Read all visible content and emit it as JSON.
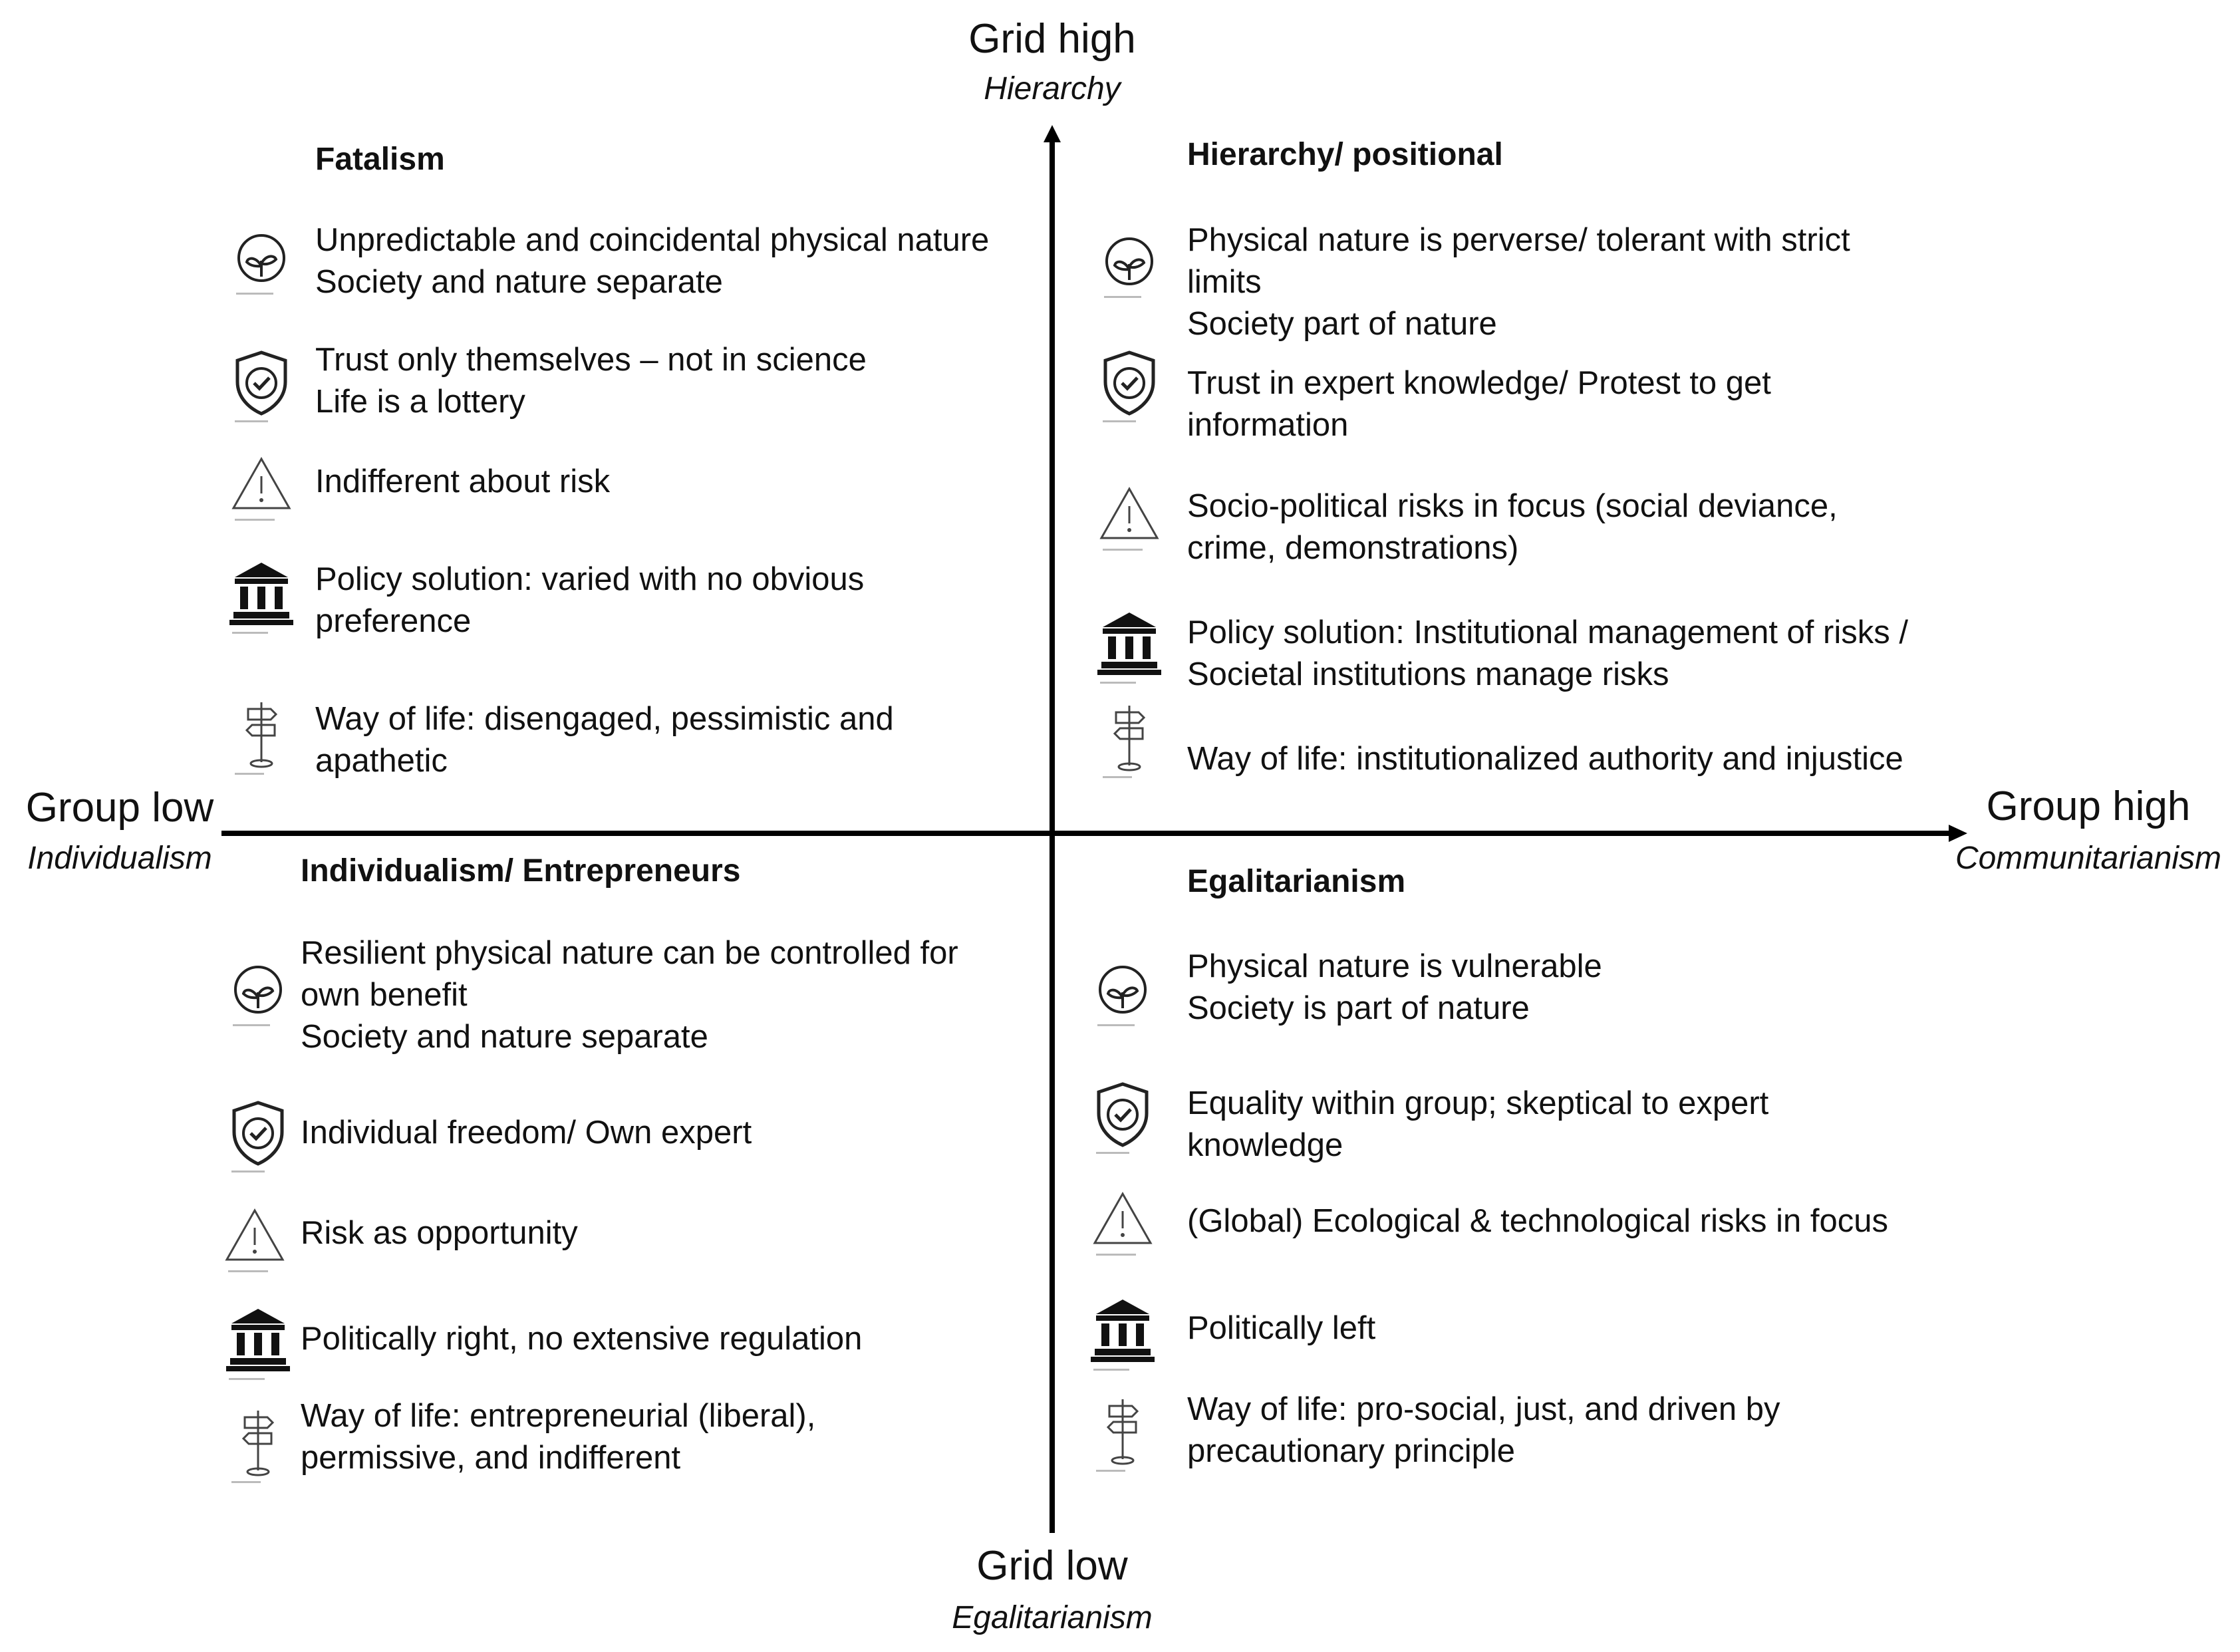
{
  "axes": {
    "top": {
      "title": "Grid high",
      "subtitle": "Hierarchy"
    },
    "bottom": {
      "title": "Grid low",
      "subtitle": "Egalitarianism"
    },
    "left": {
      "title": "Group low",
      "subtitle": "Individualism"
    },
    "right": {
      "title": "Group high",
      "subtitle": "Communitarianism"
    }
  },
  "quadrants": {
    "fatalism": {
      "title": "Fatalism",
      "items": [
        {
          "icon": "plant-icon",
          "lines": [
            "Unpredictable and coincidental physical nature",
            "Society and nature separate"
          ]
        },
        {
          "icon": "shield-check-icon",
          "lines": [
            "Trust only themselves – not in science",
            "Life is a lottery"
          ]
        },
        {
          "icon": "warning-icon",
          "lines": [
            "Indifferent about risk"
          ]
        },
        {
          "icon": "institution-icon",
          "lines": [
            "Policy solution: varied with no obvious",
            "preference"
          ]
        },
        {
          "icon": "signpost-icon",
          "lines": [
            "Way of life: disengaged, pessimistic and",
            "apathetic"
          ]
        }
      ]
    },
    "hierarchy": {
      "title": "Hierarchy/ positional",
      "items": [
        {
          "icon": "plant-icon",
          "lines": [
            "Physical nature is perverse/ tolerant with strict",
            "limits",
            "Society part of nature"
          ]
        },
        {
          "icon": "shield-check-icon",
          "lines": [
            "Trust in expert knowledge/ Protest to get",
            "information"
          ]
        },
        {
          "icon": "warning-icon",
          "lines": [
            "Socio-political risks in focus (social deviance,",
            "crime, demonstrations)"
          ]
        },
        {
          "icon": "institution-icon",
          "lines": [
            "Policy solution: Institutional management of risks /",
            "Societal institutions manage risks"
          ]
        },
        {
          "icon": "signpost-icon",
          "lines": [
            "Way of life: institutionalized authority and injustice"
          ]
        }
      ]
    },
    "individualism": {
      "title": "Individualism/ Entrepreneurs",
      "items": [
        {
          "icon": "plant-icon",
          "lines": [
            "Resilient physical nature can be controlled for",
            "own benefit",
            "Society and nature separate"
          ]
        },
        {
          "icon": "shield-check-icon",
          "lines": [
            "Individual freedom/ Own expert"
          ]
        },
        {
          "icon": "warning-icon",
          "lines": [
            "Risk as opportunity"
          ]
        },
        {
          "icon": "institution-icon",
          "lines": [
            "Politically right, no extensive regulation"
          ]
        },
        {
          "icon": "signpost-icon",
          "lines": [
            "Way of life: entrepreneurial (liberal),",
            "permissive, and indifferent"
          ]
        }
      ]
    },
    "egalitarianism": {
      "title": "Egalitarianism",
      "items": [
        {
          "icon": "plant-icon",
          "lines": [
            "Physical nature is vulnerable",
            "Society is part of nature"
          ]
        },
        {
          "icon": "shield-check-icon",
          "lines": [
            "Equality within group; skeptical to expert",
            "knowledge"
          ]
        },
        {
          "icon": "warning-icon",
          "lines": [
            "(Global) Ecological & technological risks in focus"
          ]
        },
        {
          "icon": "institution-icon",
          "lines": [
            "Politically left"
          ]
        },
        {
          "icon": "signpost-icon",
          "lines": [
            "Way of life: pro-social, just, and driven by",
            "precautionary principle"
          ]
        }
      ]
    }
  }
}
